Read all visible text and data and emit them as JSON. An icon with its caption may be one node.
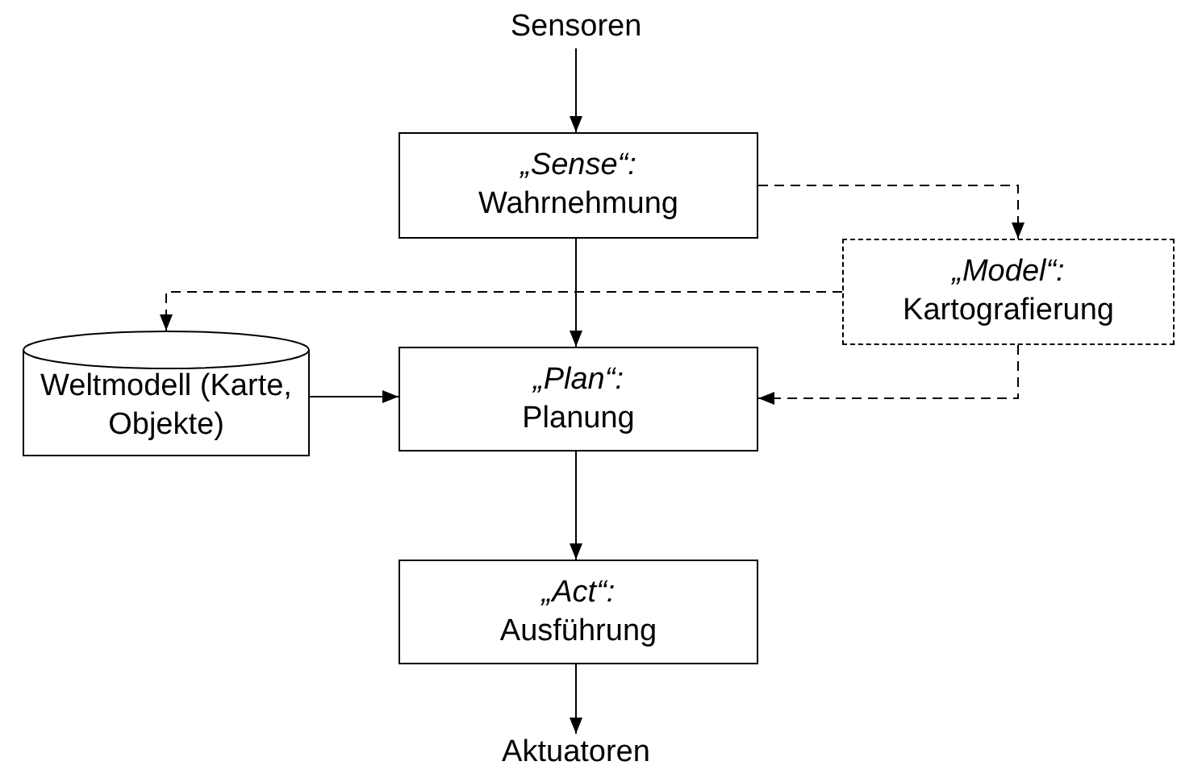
{
  "diagram": {
    "nodes": [
      {
        "text": [
          "Sensoren"
        ]
      },
      {
        "text": [
          "„Sense“:",
          "Wahrnehmung"
        ]
      },
      {
        "text": [
          "„Model“:",
          "Kartografierung"
        ]
      },
      {
        "text": [
          "Weltmodell (Karte, Objekte)"
        ]
      },
      {
        "text": [
          "„Plan“:",
          "Planung"
        ]
      },
      {
        "text": [
          "„Act“:",
          "Ausführung"
        ]
      },
      {
        "text": [
          "Aktuatoren"
        ]
      }
    ],
    "edges": [
      {
        "from": 0,
        "to": 1,
        "arrow": "to"
      },
      {
        "from": 1,
        "to": 2,
        "arrow": "to",
        "style": "dashed"
      },
      {
        "from": 1,
        "to": 4,
        "arrow": "to"
      },
      {
        "from": 2,
        "to": 3,
        "arrow": "to",
        "style": "dashed"
      },
      {
        "from": 3,
        "to": 4,
        "arrow": "to"
      },
      {
        "from": 2,
        "to": 4,
        "arrow": "to",
        "style": "dashed"
      },
      {
        "from": 4,
        "to": 5,
        "arrow": "to"
      },
      {
        "from": 5,
        "to": 6,
        "arrow": "to"
      }
    ]
  }
}
